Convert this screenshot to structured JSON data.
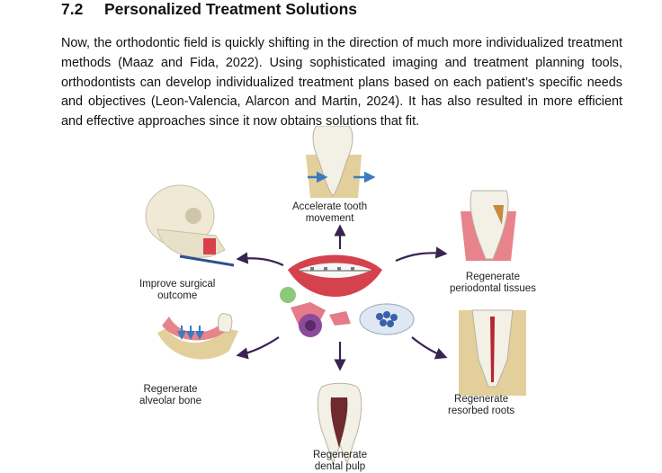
{
  "section": {
    "number": "7.2",
    "title": "Personalized Treatment Solutions",
    "paragraph": "Now, the orthodontic field is quickly shifting in the direction of much more individualized treatment methods (Maaz and Fida, 2022). Using sophisticated imaging and treatment planning tools, orthodontists can develop individualized treatment plans based on each patient’s specific needs and objectives (Leon-Valencia, Alarcon and Martin, 2024). It has also resulted in more efficient and effective approaches since it now obtains solutions that fit."
  },
  "figure": {
    "labels": {
      "accelerate": [
        "Accelerate tooth",
        "movement"
      ],
      "surgical": [
        "Improve surgical",
        "outcome"
      ],
      "periodontal": [
        "Regenerate",
        "periodontal tissues"
      ],
      "alveolar": [
        "Regenerate",
        "alveolar bone"
      ],
      "roots": [
        "Regenerate",
        "resorbed roots"
      ],
      "pulp": [
        "Regenerate",
        "dental pulp"
      ]
    },
    "colors": {
      "arrow": "#3a2350",
      "gum": "#e8838b",
      "bone": "#e3cf9c",
      "tooth": "#f3f0e6",
      "blue_arrow": "#3a7bc0"
    }
  }
}
